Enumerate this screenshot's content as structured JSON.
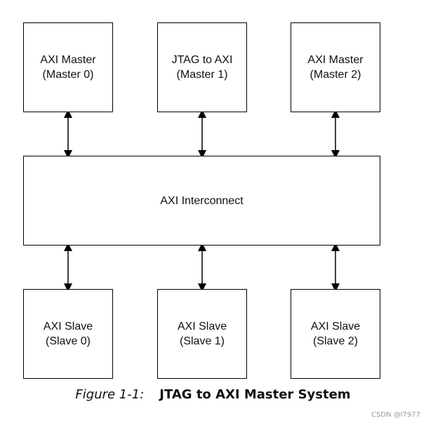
{
  "masters": [
    {
      "line1": "AXI Master",
      "line2": "(Master 0)"
    },
    {
      "line1": "JTAG to AXI",
      "line2": "(Master 1)"
    },
    {
      "line1": "AXI Master",
      "line2": "(Master 2)"
    }
  ],
  "interconnect": {
    "label": "AXI Interconnect"
  },
  "slaves": [
    {
      "line1": "AXI Slave",
      "line2": "(Slave 0)"
    },
    {
      "line1": "AXI Slave",
      "line2": "(Slave 1)"
    },
    {
      "line1": "AXI Slave",
      "line2": "(Slave 2)"
    }
  ],
  "caption": {
    "figure": "Figure 1-1:",
    "title": "JTAG to AXI Master System"
  },
  "watermark": "CSDN @l7977"
}
